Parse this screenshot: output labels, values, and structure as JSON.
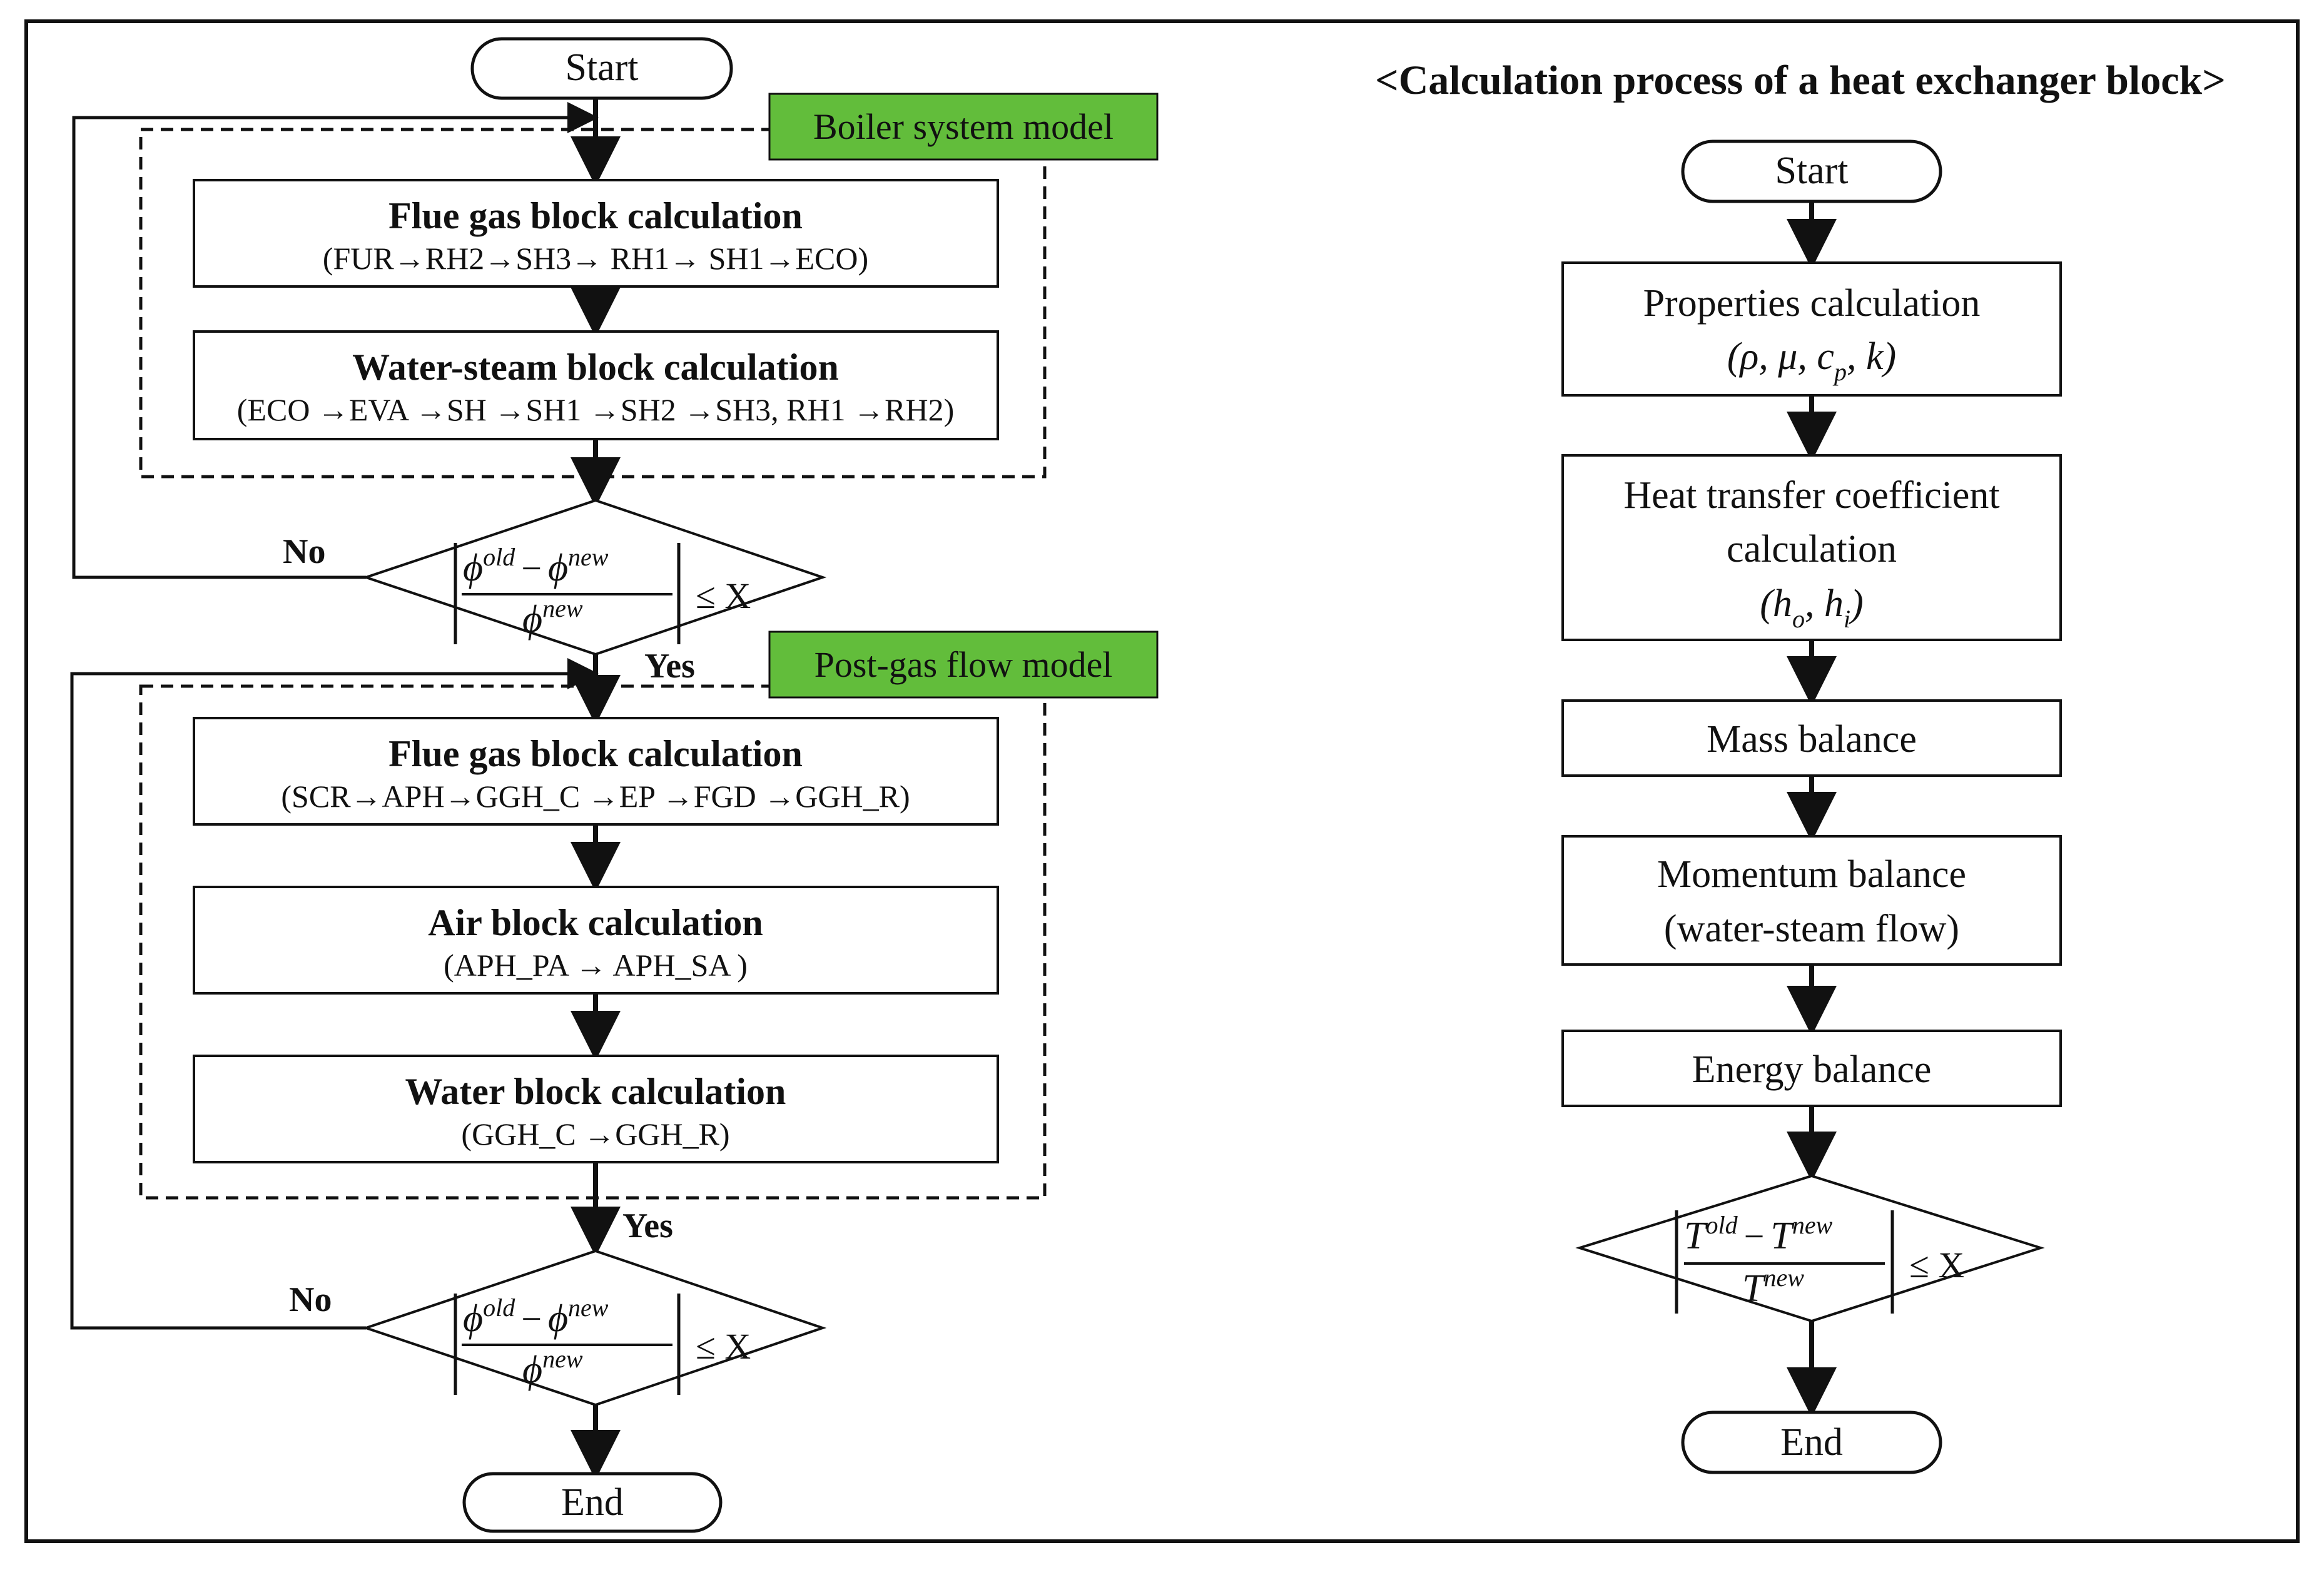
{
  "colors": {
    "stroke": "#111111",
    "label_bg": "#62bd3b",
    "background": "#ffffff"
  },
  "left_flow": {
    "start": "Start",
    "end": "End",
    "boiler_model_label": "Boiler system model",
    "post_gas_model_label": "Post-gas flow model",
    "boiler_blocks": [
      {
        "title": "Flue gas block calculation",
        "detail": "(FUR→RH2→SH3→ RH1→ SH1→ECO)"
      },
      {
        "title": "Water-steam block calculation",
        "detail": "(ECO →EVA →SH →SH1 →SH2 →SH3, RH1 →RH2)"
      }
    ],
    "post_gas_blocks": [
      {
        "title": "Flue gas block calculation",
        "detail": "(SCR→APH→GGH_C →EP →FGD →GGH_R)"
      },
      {
        "title": "Air block calculation",
        "detail": "(APH_PA → APH_SA )"
      },
      {
        "title": "Water block calculation",
        "detail": "(GGH_C →GGH_R)"
      }
    ],
    "decision_1": {
      "no": "No",
      "yes": "Yes"
    },
    "decision_2": {
      "no": "No",
      "yes": "Yes"
    },
    "criterion": {
      "symbol": "ϕ",
      "sup_old": "old",
      "sup_new": "new",
      "minus": "−",
      "relation": "≤ X"
    }
  },
  "right_flow": {
    "title": "<Calculation process of a heat exchanger block>",
    "start": "Start",
    "end": "End",
    "properties": {
      "line1": "Properties calculation",
      "line2": "(ρ, μ, c",
      "sub": "p",
      "line2_end": ", k)"
    },
    "heat_transfer": {
      "line1": "Heat transfer coefficient",
      "line2": "calculation",
      "line3_a": "(h",
      "sub_o": "o",
      "line3_b": ", h",
      "sub_i": "i",
      "line3_c": ")"
    },
    "mass_balance": "Mass balance",
    "momentum_balance": {
      "line1": "Momentum balance",
      "line2": "(water-steam flow)"
    },
    "energy_balance": "Energy balance",
    "criterion": {
      "symbol": "T",
      "sup_old": "old",
      "sup_new": "new",
      "minus": "−",
      "relation": "≤ X"
    }
  }
}
